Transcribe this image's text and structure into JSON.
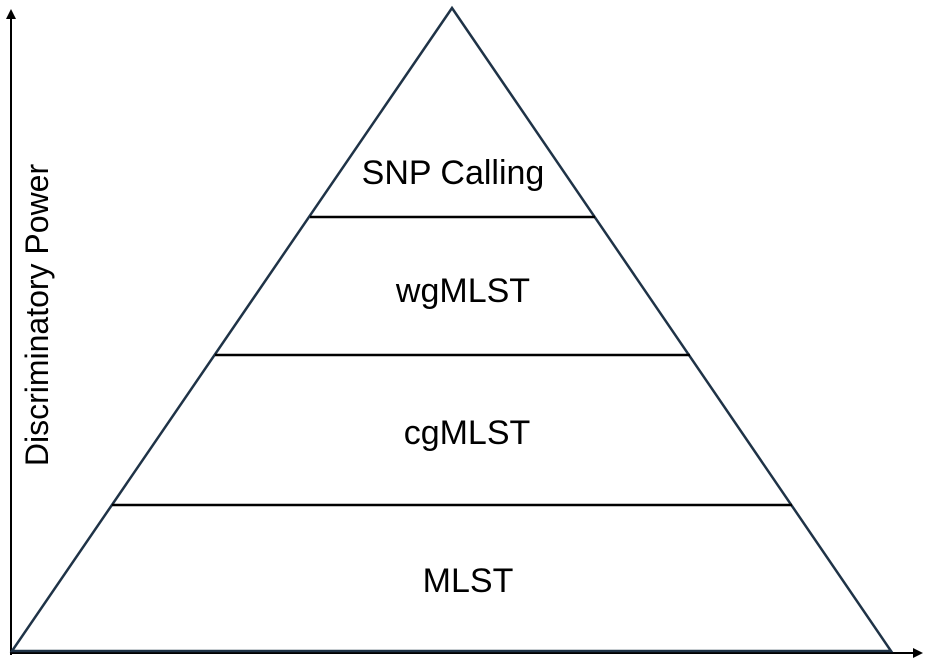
{
  "diagram": {
    "axis_label": "Discriminatory Power",
    "tiers": [
      {
        "label": "SNP Calling"
      },
      {
        "label": "wgMLST"
      },
      {
        "label": "cgMLST"
      },
      {
        "label": "MLST"
      }
    ],
    "colors": {
      "triangle_stroke": "#1f3347",
      "divider": "#000000",
      "axis": "#000000",
      "text": "#000000",
      "background": "#ffffff"
    }
  }
}
